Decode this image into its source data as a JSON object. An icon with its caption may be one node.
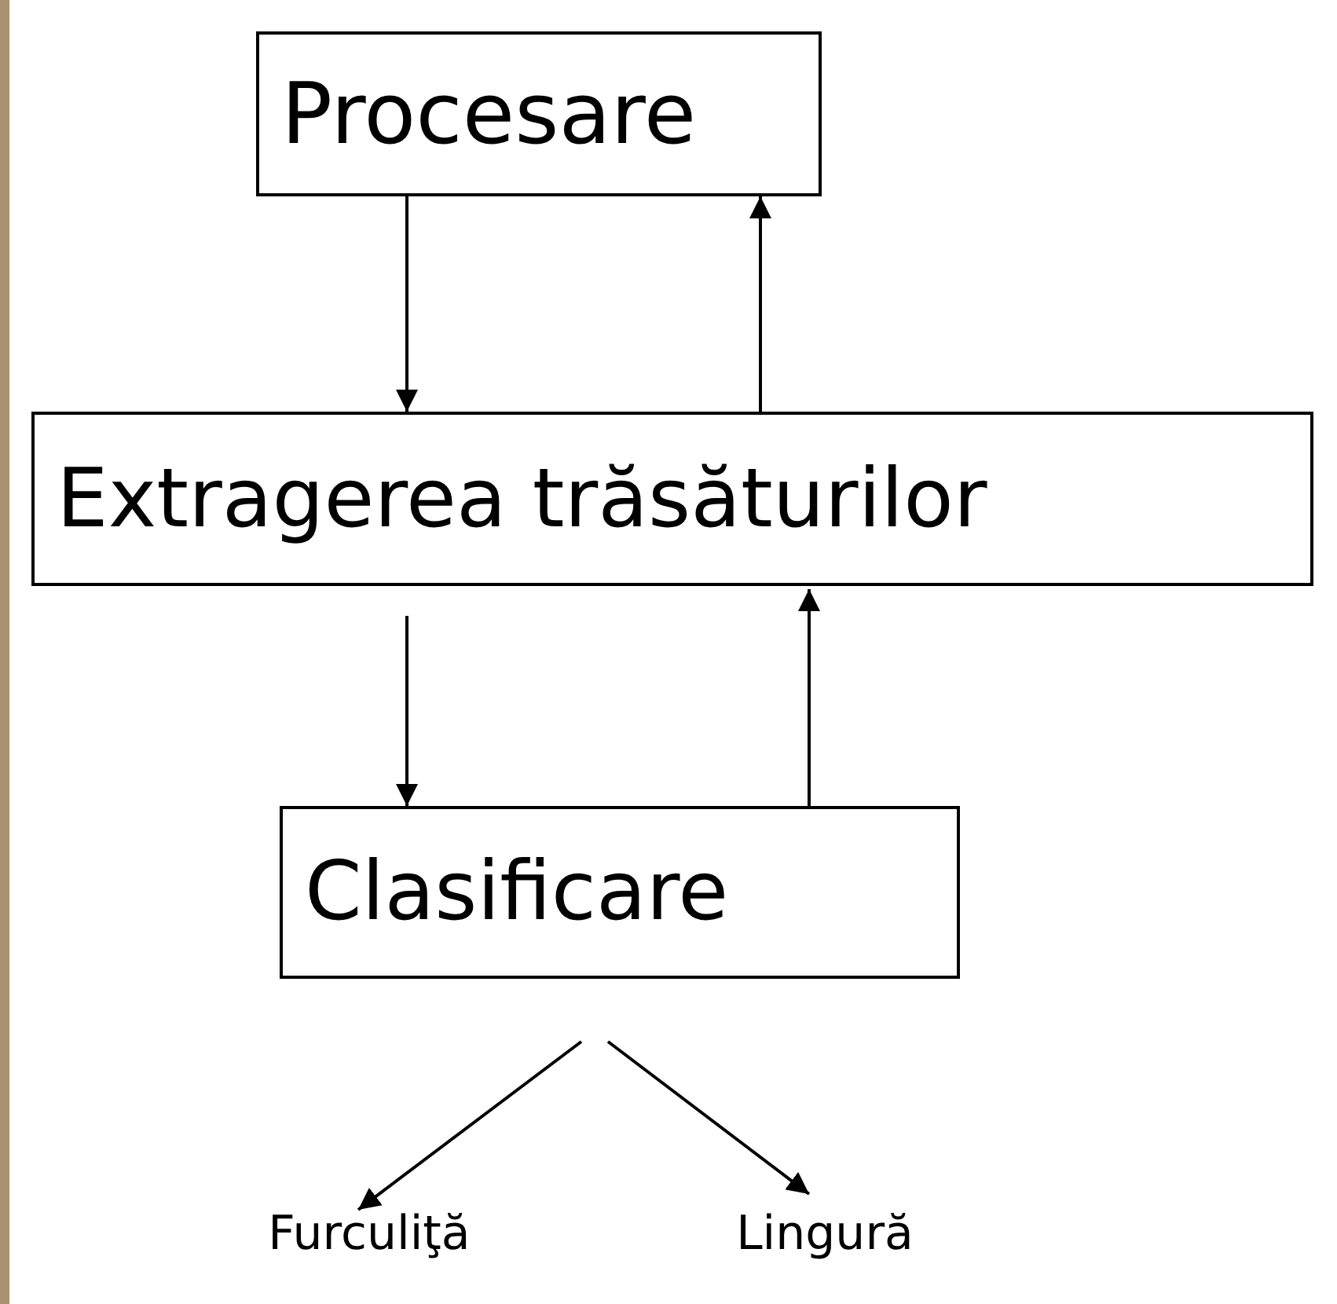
{
  "diagram": {
    "nodes": [
      {
        "text": [
          "Procesare"
        ]
      },
      {
        "text": [
          "Extragerea trăsăturilor"
        ]
      },
      {
        "text": [
          "Clasificare"
        ]
      },
      {
        "text": [
          "Furculiţă"
        ]
      },
      {
        "text": [
          "Lingură"
        ]
      }
    ],
    "edges": [
      {
        "from": 0,
        "to": 1,
        "arrow": "to"
      },
      {
        "from": 1,
        "to": 0,
        "arrow": "to"
      },
      {
        "from": 1,
        "to": 2,
        "arrow": "to"
      },
      {
        "from": 2,
        "to": 1,
        "arrow": "to"
      },
      {
        "from": 2,
        "to": 3,
        "arrow": "to"
      },
      {
        "from": 2,
        "to": 4,
        "arrow": "to"
      }
    ]
  }
}
